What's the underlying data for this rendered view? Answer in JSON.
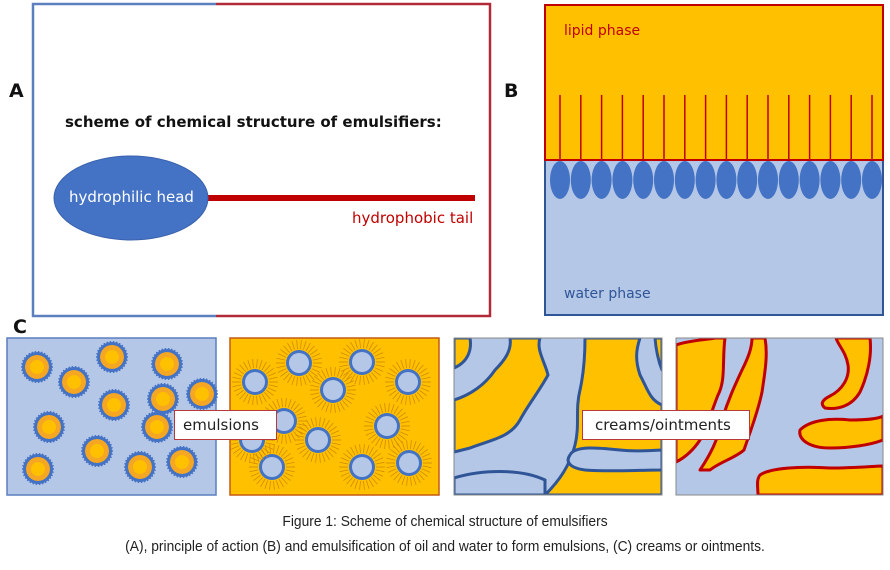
{
  "panel_a": {
    "letter": "A",
    "title": "scheme of chemical structure of emulsifiers:",
    "head_label": "hydrophilic head",
    "tail_label": "hydrophobic tail"
  },
  "panel_b": {
    "letter": "B",
    "lipid_label": "lipid phase",
    "water_label": "water phase",
    "emulsifier_count": 16
  },
  "panel_c": {
    "letter": "C",
    "emulsions_label": "emulsions",
    "creams_label": "creams/ointments"
  },
  "caption": {
    "line1": "Figure 1: Scheme of chemical structure of emulsifiers",
    "line2": "(A), principle of action  (B) and emulsification of oil and water to form emulsions, (C) creams or ointments."
  },
  "colors": {
    "lipid": "#ffc000",
    "water": "#b4c7e7",
    "head_blue": "#4472c4",
    "tail_red": "#c00000",
    "frame_blue": "#5b7fbf",
    "frame_red": "#b22a3a",
    "text_red": "#c00000",
    "text_blue": "#2f5597"
  }
}
